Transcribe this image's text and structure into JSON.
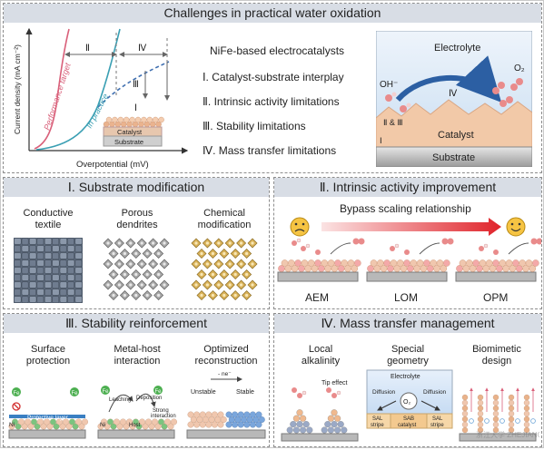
{
  "title": "Challenges in practical water oxidation",
  "top": {
    "axis_y": "Current density (mA cm⁻²)",
    "axis_x": "Overpotential (mV)",
    "curve_target": "Performance target",
    "curve_practice": "In practice",
    "region_II": "Ⅱ",
    "region_IV": "Ⅳ",
    "region_III": "Ⅲ",
    "region_I": "Ⅰ",
    "catalyst": "Catalyst",
    "substrate": "Substrate",
    "list_title": "NiFe-based electrocatalysts",
    "list": [
      "Ⅰ. Catalyst-substrate interplay",
      "Ⅱ. Intrinsic activity limitations",
      "Ⅲ. Stability limitations",
      "Ⅳ. Mass transfer limitations"
    ],
    "scheme": {
      "electrolyte": "Electrolyte",
      "oh": "OH⁻",
      "o2": "O₂",
      "iv": "Ⅳ",
      "ii_iii": "Ⅱ & Ⅲ",
      "i": "Ⅰ",
      "catalyst": "Catalyst",
      "substrate": "Substrate"
    }
  },
  "p1": {
    "title": "Ⅰ. Substrate modification",
    "items": [
      {
        "l1": "Conductive",
        "l2": "textile"
      },
      {
        "l1": "Porous",
        "l2": "dendrites"
      },
      {
        "l1": "Chemical",
        "l2": "modification"
      }
    ]
  },
  "p2": {
    "title": "Ⅱ. Intrinsic activity improvement",
    "bypass": "Bypass scaling relationship",
    "labels": [
      "AEM",
      "LOM",
      "OPM"
    ]
  },
  "p3": {
    "title": "Ⅲ. Stability reinforcement",
    "items": [
      {
        "l1": "Surface",
        "l2": "protection"
      },
      {
        "l1": "Metal-host",
        "l2": "interaction"
      },
      {
        "l1": "Optimized",
        "l2": "reconstruction"
      }
    ],
    "protective": "Protective layer",
    "fe": "Fe",
    "ni": "Ni",
    "leaching": "Leaching",
    "deposition": "Deposition",
    "strong": "Strong",
    "interaction": "interaction",
    "host": "Host",
    "ne": "- ne⁻",
    "unstable": "Unstable",
    "stable": "Stable"
  },
  "p4": {
    "title": "Ⅳ. Mass transfer management",
    "items": [
      {
        "l1": "Local",
        "l2": "alkalinity"
      },
      {
        "l1": "Special",
        "l2": "geometry"
      },
      {
        "l1": "Biomimetic",
        "l2": "design"
      }
    ],
    "tip": "Tip effect",
    "electrolyte": "Electrolyte",
    "diffusion": "Diffusion",
    "o2": "O₂",
    "sal": "SAL",
    "stripe": "stripe",
    "sab": "SAB",
    "catalyst": "catalyst"
  },
  "watermark": "浙江大学 ZHEJIANG UNIVERSITY"
}
